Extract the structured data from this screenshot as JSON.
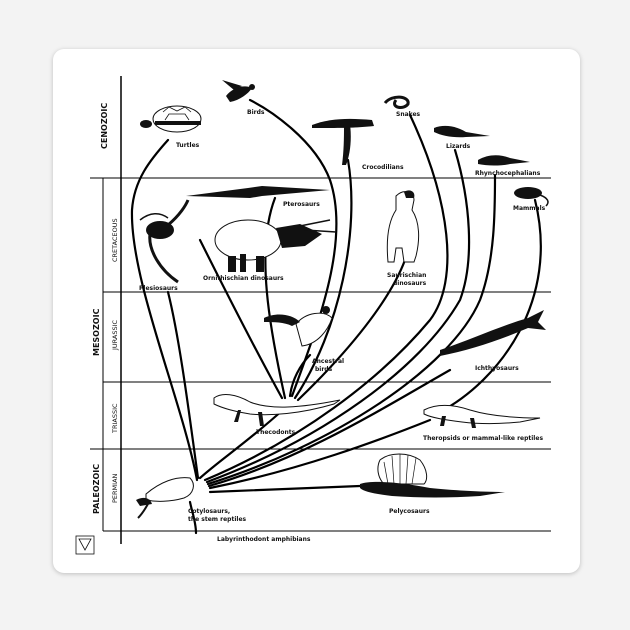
{
  "eras": {
    "cenozoic": "CENOZOIC",
    "mesozoic": "MESOZOIC",
    "paleozoic": "PALEOZOIC"
  },
  "periods": {
    "cretaceous": "CRETACEOUS",
    "jurassic": "JURASSIC",
    "triassic": "TRIASSIC",
    "permian": "PERMIAN"
  },
  "animals": {
    "turtles": "Turtles",
    "birds": "Birds",
    "snakes": "Snakes",
    "crocodilians": "Crocodilians",
    "lizards": "Lizards",
    "rhynchocephalians": "Rhynchocephalians",
    "pterosaurs": "Pterosaurs",
    "mammals": "Mammals",
    "plesiosaurs": "Plesiosaurs",
    "ornithischian": "Ornithischian dinosaurs",
    "saurischian_1": "Saurischian",
    "saurischian_2": "dinosaurs",
    "ancestral_1": "Ancestral",
    "ancestral_2": "birds",
    "ichthyosaurs": "Ichthyosaurs",
    "thecodonts": "Thecodonts",
    "theropsids": "Theropsids or mammal-like reptiles",
    "cotylosaurs_1": "Cotylosaurs,",
    "cotylosaurs_2": "the stem reptiles",
    "pelycosaurs": "Pelycosaurs",
    "labyrinthodont": "Labyrinthodont amphibians"
  }
}
